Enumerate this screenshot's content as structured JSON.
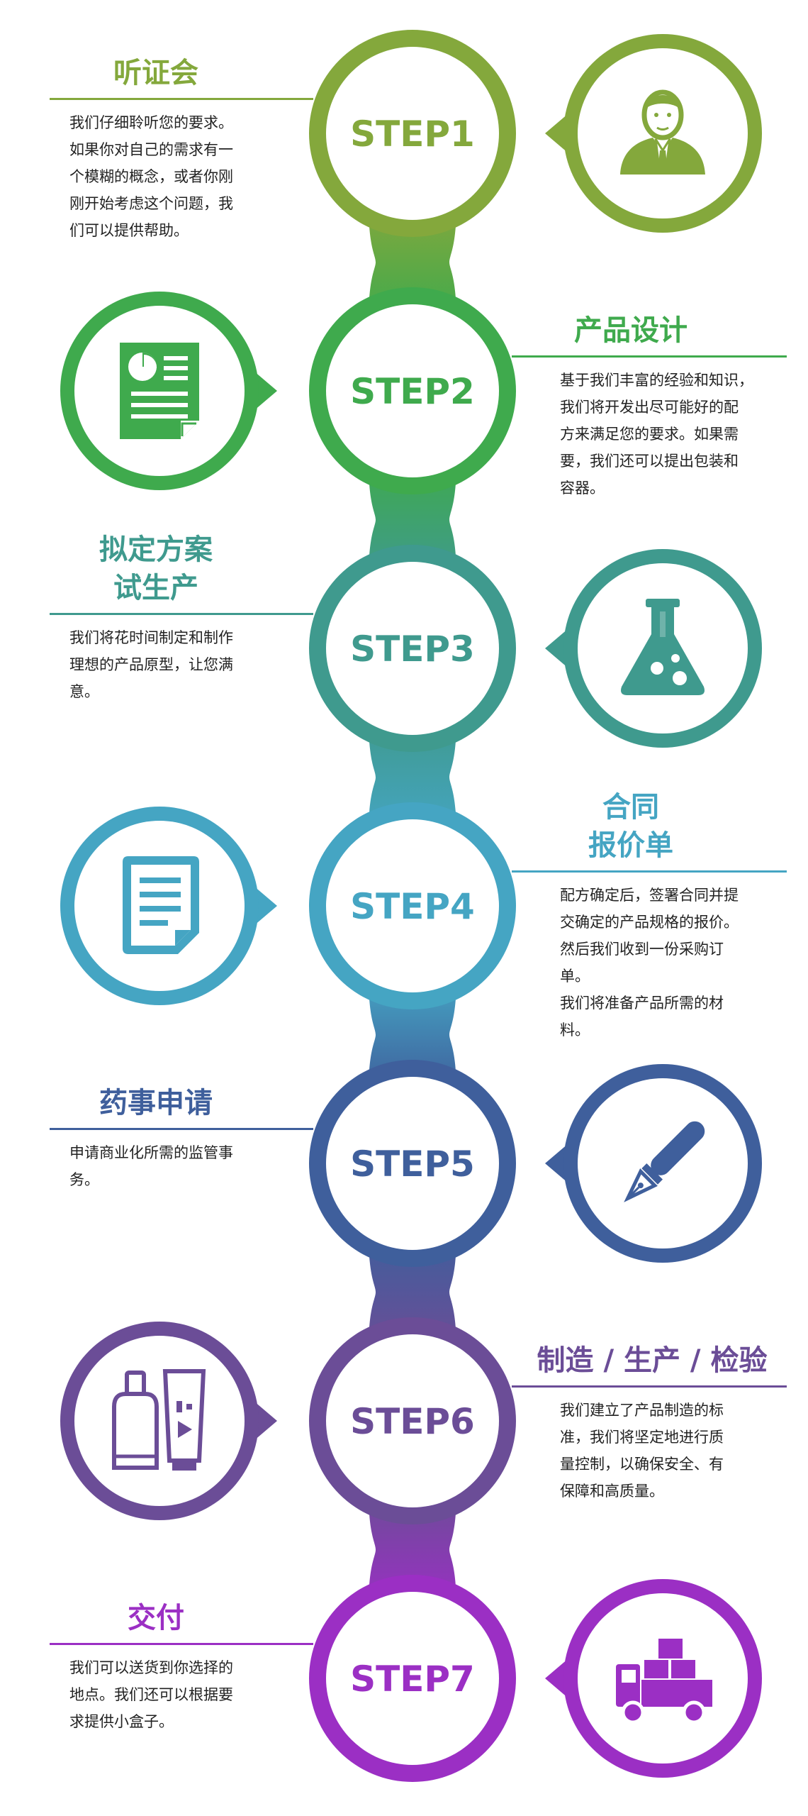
{
  "steps": [
    {
      "step_label": "STEP1",
      "title_lines": [
        "听证会"
      ],
      "description": "我们仔细聆听您的要求。\n如果你对自己的需求有一\n个模糊的概念，或者你刚\n刚开始考虑这个问题，我\n们可以提供帮助。",
      "color": "#84a83c",
      "icon": "businessman-icon",
      "icon_side": "right"
    },
    {
      "step_label": "STEP2",
      "title_lines": [
        "产品设计"
      ],
      "description": "基于我们丰富的经验和知识，\n我们将开发出尽可能好的配\n方来满足您的要求。如果需\n要，我们还可以提出包装和\n容器。",
      "color": "#3faa4d",
      "icon": "report-document-icon",
      "icon_side": "left"
    },
    {
      "step_label": "STEP3",
      "title_lines": [
        "拟定方案",
        "试生产"
      ],
      "description": "我们将花时间制定和制作\n理想的产品原型，让您满\n意。",
      "color": "#3f9a8e",
      "icon": "flask-icon",
      "icon_side": "right"
    },
    {
      "step_label": "STEP4",
      "title_lines": [
        "合同",
        "报价单"
      ],
      "description": "配方确定后，签署合同并提\n交确定的产品规格的报价。\n然后我们收到一份采购订\n单。\n我们将准备产品所需的材\n料。",
      "color": "#45a5c3",
      "icon": "document-icon",
      "icon_side": "left"
    },
    {
      "step_label": "STEP5",
      "title_lines": [
        "药事申请"
      ],
      "description": "申请商业化所需的监管事\n务。",
      "color": "#3f5f9c",
      "icon": "fountain-pen-icon",
      "icon_side": "right"
    },
    {
      "step_label": "STEP6",
      "title_lines": [
        "制造 / 生产 / 检验"
      ],
      "description": "我们建立了产品制造的标\n准，我们将坚定地进行质\n量控制，以确保安全、有\n保障和高质量。",
      "color": "#6b4d97",
      "icon": "cosmetics-bottles-icon",
      "icon_side": "left"
    },
    {
      "step_label": "STEP7",
      "title_lines": [
        "交付"
      ],
      "description": "我们可以送货到你选择的\n地点。我们还可以根据要\n求提供小盒子。",
      "color": "#9b2fc4",
      "icon": "delivery-truck-icon",
      "icon_side": "right"
    }
  ]
}
